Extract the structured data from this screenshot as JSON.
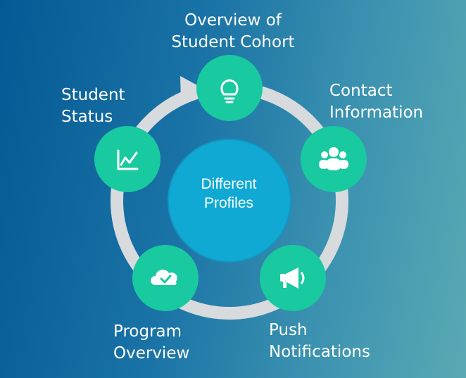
{
  "diagram": {
    "center": {
      "line1": "Different",
      "line2": "Profiles"
    },
    "nodes": [
      {
        "id": "overview-of-student-cohort",
        "icon": "lightbulb-icon",
        "line1": "Overview of",
        "line2": "Student Cohort"
      },
      {
        "id": "contact-information",
        "icon": "users-icon",
        "line1": "Contact",
        "line2": "Information"
      },
      {
        "id": "push-notifications",
        "icon": "megaphone-icon",
        "line1": "Push",
        "line2": "Notifications"
      },
      {
        "id": "program-overview",
        "icon": "cloud-check-icon",
        "line1": "Program",
        "line2": "Overview"
      },
      {
        "id": "student-status",
        "icon": "line-chart-icon",
        "line1": "Student",
        "line2": "Status"
      }
    ]
  },
  "colors": {
    "node_fill": "#19c9a0",
    "center_fill": "#10a9d4",
    "ring": "#d8dbdd",
    "text": "#ffffff"
  }
}
